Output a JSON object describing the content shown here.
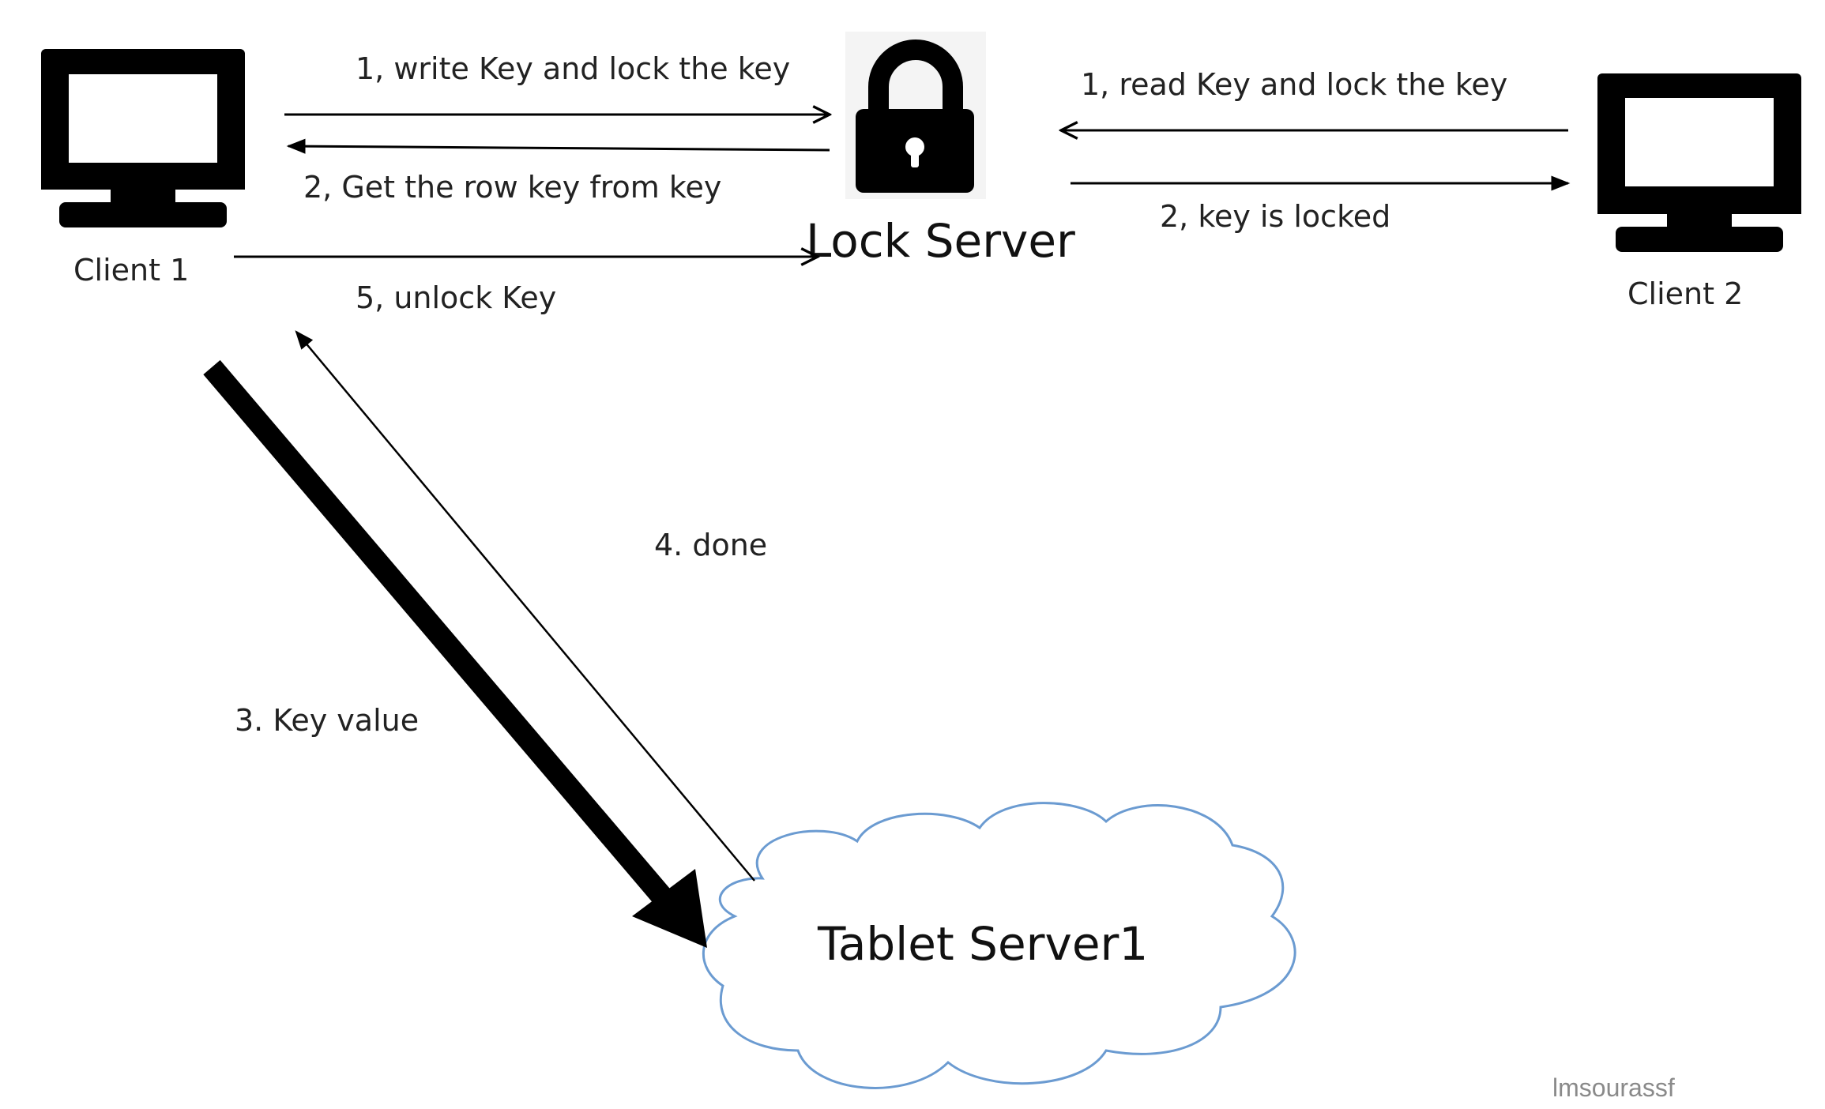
{
  "nodes": {
    "client1": {
      "label": "Client 1",
      "icon": "monitor-icon"
    },
    "client2": {
      "label": "Client 2",
      "icon": "monitor-icon"
    },
    "lock_server": {
      "label": "Lock Server",
      "icon": "padlock-icon"
    },
    "tablet_server": {
      "label": "Tablet Server1",
      "icon": "cloud-icon"
    }
  },
  "edges": {
    "c1_write_lock": "1, write Key and lock the key",
    "ls_get_row_key": "2, Get the row key from key",
    "c1_unlock": "5, unlock Key",
    "c2_read_lock": "1, read Key and lock the key",
    "ls_key_locked": "2, key is locked",
    "c1_key_value": "3. Key value",
    "ts_done": "4. done"
  },
  "watermark": "lmsourassf",
  "colors": {
    "cloud_stroke": "#6b9bd1",
    "icon_fill": "#000000",
    "line": "#000000",
    "lock_backdrop": "#f4f4f4"
  }
}
